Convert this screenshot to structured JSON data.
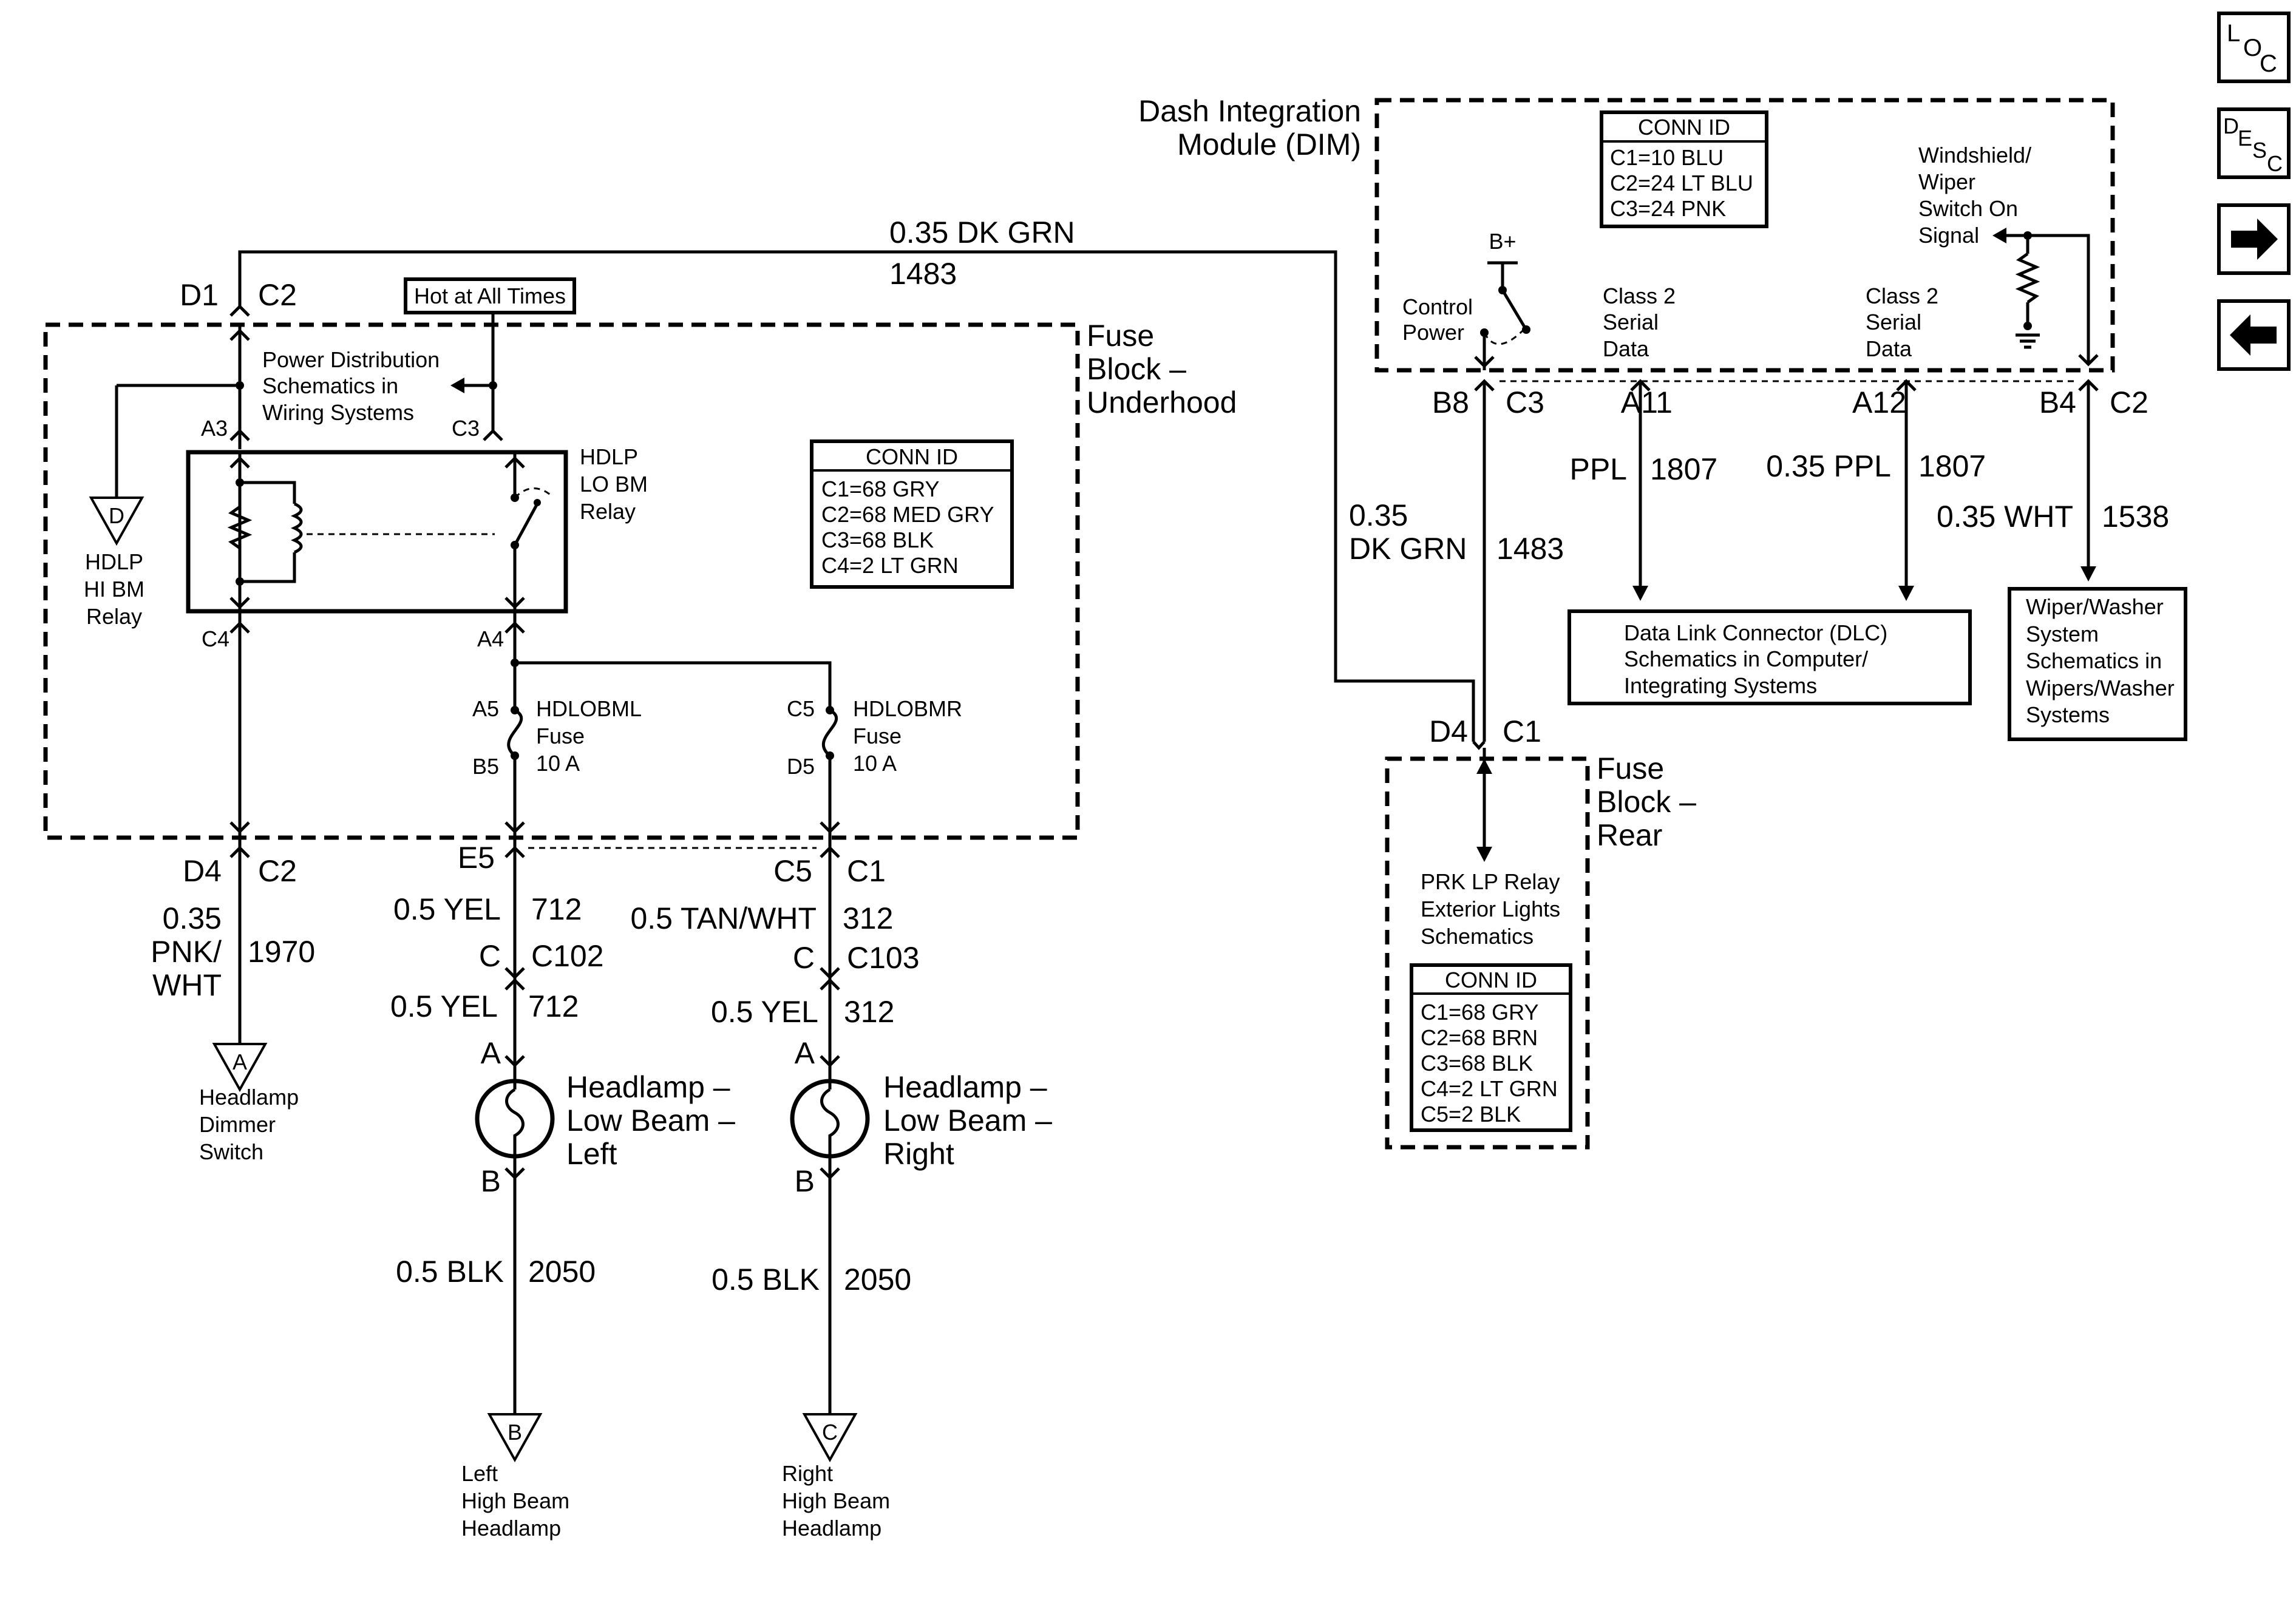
{
  "modules": {
    "dim_title_1": "Dash Integration",
    "dim_title_2": "Module (DIM)",
    "fbu_title_1": "Fuse",
    "fbu_title_2": "Block –",
    "fbu_title_3": "Underhood",
    "fbr_title_1": "Fuse",
    "fbr_title_2": "Block –",
    "fbr_title_3": "Rear"
  },
  "conn_dim": {
    "header": "CONN ID",
    "lines": [
      "C1=10 BLU",
      "C2=24 LT BLU",
      "C3=24 PNK"
    ]
  },
  "conn_fbu": {
    "header": "CONN ID",
    "lines": [
      "C1=68 GRY",
      "C2=68 MED GRY",
      "C3=68 BLK",
      "C4=2 LT GRN"
    ]
  },
  "conn_fbr": {
    "header": "CONN ID",
    "lines": [
      "C1=68 GRY",
      "C2=68 BRN",
      "C3=68 BLK",
      "C4=2 LT GRN",
      "C5=2 BLK"
    ]
  },
  "hot_label": "Hot at All Times",
  "power_dist": [
    "Power Distribution",
    "Schematics in",
    "Wiring Systems"
  ],
  "lo_relay": [
    "HDLP",
    "LO BM",
    "Relay"
  ],
  "hi_relay": [
    "HDLP",
    "HI BM",
    "Relay"
  ],
  "dim_inner": {
    "bplus": "B+",
    "control_power": [
      "Control",
      "Power"
    ],
    "class2_left": [
      "Class 2",
      "Serial",
      "Data"
    ],
    "class2_right": [
      "Class 2",
      "Serial",
      "Data"
    ],
    "wiper_signal": [
      "Windshield/",
      "Wiper",
      "Switch On",
      "Signal"
    ]
  },
  "pins": {
    "d1": "D1",
    "c2_top": "C2",
    "a3": "A3",
    "c3_inner": "C3",
    "c4": "C4",
    "a4": "A4",
    "a5": "A5",
    "b5": "B5",
    "c5_inner": "C5",
    "d5": "D5",
    "d4_bot": "D4",
    "c2_bot": "C2",
    "e5": "E5",
    "c5_bot": "C5",
    "c1_bot": "C1",
    "c_left": "C",
    "c102": "C102",
    "c_right": "C",
    "c103": "C103",
    "a_left": "A",
    "b_left": "B",
    "a_right": "A",
    "b_right": "B",
    "b8": "B8",
    "c3_dim": "C3",
    "a11": "A11",
    "a12": "A12",
    "b4": "B4",
    "c2_dim": "C2",
    "d4_rear": "D4",
    "c1_rear": "C1"
  },
  "wires": {
    "top_color": "0.35 DK GRN",
    "top_circuit": "1483",
    "dkgrn_1": "0.35",
    "dkgrn_2": "DK GRN",
    "dkgrn_circuit": "1483",
    "ppl_left": "PPL",
    "ppl_left_circuit": "1807",
    "ppl_right": "0.35 PPL",
    "ppl_right_circuit": "1807",
    "wht": "0.35 WHT",
    "wht_circuit": "1538",
    "pnk_1": "0.35",
    "pnk_2": "PNK/",
    "pnk_3": "WHT",
    "pnk_circuit": "1970",
    "yel_1": "0.5 YEL",
    "yel_1_circuit": "712",
    "yel_2": "0.5 YEL",
    "yel_2_circuit": "712",
    "tan": "0.5 TAN/WHT",
    "tan_circuit": "312",
    "yel_3": "0.5 YEL",
    "yel_3_circuit": "312",
    "blk_left": "0.5 BLK",
    "blk_left_circuit": "2050",
    "blk_right": "0.5 BLK",
    "blk_right_circuit": "2050"
  },
  "fuses": {
    "left": [
      "HDLOBML",
      "Fuse",
      "10 A"
    ],
    "right": [
      "HDLOBMR",
      "Fuse",
      "10 A"
    ]
  },
  "headlamps": {
    "left": [
      "Headlamp –",
      "Low Beam –",
      "Left"
    ],
    "right": [
      "Headlamp –",
      "Low Beam –",
      "Right"
    ]
  },
  "offpage": {
    "d_letter": "D",
    "a_letter": "A",
    "b_letter": "B",
    "c_letter": "C",
    "dimmer": [
      "Headlamp",
      "Dimmer",
      "Switch"
    ],
    "left_hi": [
      "Left",
      "High Beam",
      "Headlamp"
    ],
    "right_hi": [
      "Right",
      "High Beam",
      "Headlamp"
    ]
  },
  "dlc": [
    "Data Link Connector (DLC)",
    "Schematics in Computer/",
    "Integrating Systems"
  ],
  "wiper_box": [
    "Wiper/Washer",
    "System",
    "Schematics in",
    "Wipers/Washer",
    "Systems"
  ],
  "prk": [
    "PRK LP Relay",
    "Exterior Lights",
    "Schematics"
  ],
  "nav": {
    "loc": [
      "L",
      "O",
      "C"
    ],
    "desc": [
      "D",
      "E",
      "S",
      "C"
    ],
    "forward_glyph": "➡",
    "back_glyph": "⬅"
  }
}
